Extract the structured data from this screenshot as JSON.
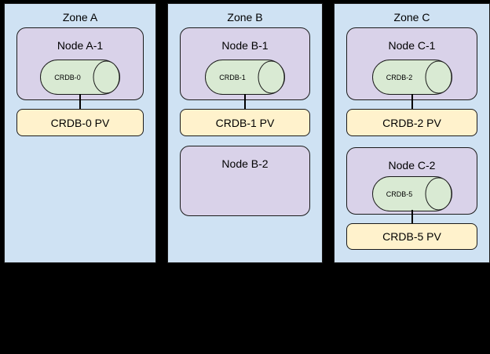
{
  "colors": {
    "canvas_bg": "#000000",
    "zone_fill": "#cfe2f3",
    "node_fill": "#d9d2e9",
    "cylinder_fill": "#d9ead3",
    "pv_fill": "#fff2cc",
    "border": "#1a1a1a",
    "connector": "#000000",
    "text": "#000000"
  },
  "zones": [
    {
      "label": "Zone A",
      "nodes": [
        {
          "label": "Node A-1",
          "cylinder_label": "CRDB-0",
          "pv_label": "CRDB-0 PV"
        }
      ]
    },
    {
      "label": "Zone B",
      "nodes": [
        {
          "label": "Node B-1",
          "cylinder_label": "CRDB-1",
          "pv_label": "CRDB-1 PV"
        },
        {
          "label": "Node B-2"
        }
      ]
    },
    {
      "label": "Zone C",
      "nodes": [
        {
          "label": "Node C-1",
          "cylinder_label": "CRDB-2",
          "pv_label": "CRDB-2 PV"
        },
        {
          "label": "Node C-2",
          "cylinder_label": "CRDB-5",
          "pv_label": "CRDB-5 PV"
        }
      ]
    }
  ]
}
